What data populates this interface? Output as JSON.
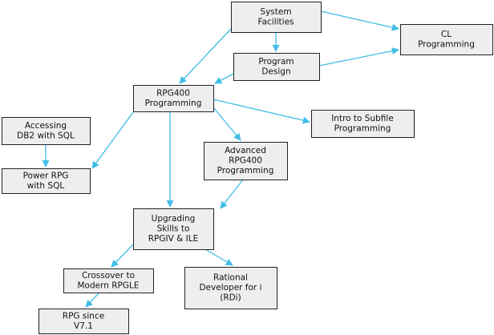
{
  "colors": {
    "node_fill": "#eeeeee",
    "node_border": "#222222",
    "arrow": "#41bde6"
  },
  "nodes": [
    {
      "id": "system-facilities",
      "lines": [
        "System",
        "Facilities"
      ]
    },
    {
      "id": "cl-programming",
      "lines": [
        "CL",
        "Programming"
      ]
    },
    {
      "id": "program-design",
      "lines": [
        "Program",
        "Design"
      ]
    },
    {
      "id": "rpg400-programming",
      "lines": [
        "RPG400",
        "Programming"
      ]
    },
    {
      "id": "accessing-db2-sql",
      "lines": [
        "Accessing",
        "DB2 with SQL"
      ]
    },
    {
      "id": "intro-subfile",
      "lines": [
        "Intro to Subfile",
        "Programming"
      ]
    },
    {
      "id": "advanced-rpg400",
      "lines": [
        "Advanced",
        "RPG400",
        "Programming"
      ]
    },
    {
      "id": "power-rpg-sql",
      "lines": [
        "Power RPG",
        "with SQL"
      ]
    },
    {
      "id": "upgrading-skills",
      "lines": [
        "Upgrading",
        "Skills to",
        "RPGIV & ILE"
      ]
    },
    {
      "id": "crossover-rpgle",
      "lines": [
        "Crossover to",
        "Modern RPGLE"
      ]
    },
    {
      "id": "rational-developer",
      "lines": [
        "Rational",
        "Developer for i",
        "(RDi)"
      ]
    },
    {
      "id": "rpg-since-v71",
      "lines": [
        "RPG since",
        "V7.1"
      ]
    }
  ],
  "edges": [
    {
      "from": "system-facilities",
      "to": "cl-programming"
    },
    {
      "from": "system-facilities",
      "to": "program-design"
    },
    {
      "from": "system-facilities",
      "to": "rpg400-programming"
    },
    {
      "from": "program-design",
      "to": "cl-programming"
    },
    {
      "from": "program-design",
      "to": "rpg400-programming"
    },
    {
      "from": "rpg400-programming",
      "to": "intro-subfile"
    },
    {
      "from": "rpg400-programming",
      "to": "advanced-rpg400"
    },
    {
      "from": "rpg400-programming",
      "to": "power-rpg-sql"
    },
    {
      "from": "rpg400-programming",
      "to": "upgrading-skills"
    },
    {
      "from": "accessing-db2-sql",
      "to": "power-rpg-sql"
    },
    {
      "from": "advanced-rpg400",
      "to": "upgrading-skills"
    },
    {
      "from": "upgrading-skills",
      "to": "crossover-rpgle"
    },
    {
      "from": "upgrading-skills",
      "to": "rational-developer"
    },
    {
      "from": "crossover-rpgle",
      "to": "rpg-since-v71"
    }
  ]
}
